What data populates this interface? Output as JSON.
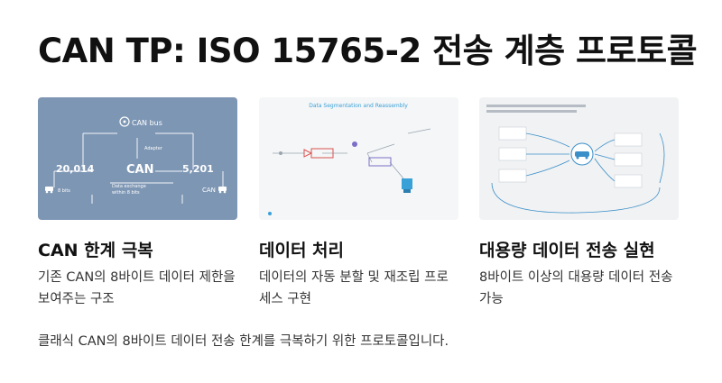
{
  "title": "CAN TP: ISO 15765-2 전송 계층 프로토콜",
  "cards": [
    {
      "title": "CAN 한계 극복",
      "description": "기존 CAN의 8바이트 데이터 제한을 보여주는 구조",
      "image": {
        "bus_label": "CAN bus",
        "center_label": "CAN",
        "left_value": "20,014",
        "right_value": "5,201",
        "left_bottom_label": "8 bits",
        "right_bottom_label": "CAN",
        "middle_caption_1": "Data exchange",
        "middle_caption_2": "within 8 bits",
        "small_label": "Adapter",
        "background": "#7d96b4"
      }
    },
    {
      "title": "데이터 처리",
      "description": "데이터의 자동 분할 및 재조립 프로세스 구현",
      "image": {
        "heading": "Data Segmentation and Reassembly",
        "accent_red": "#d9534f",
        "accent_blue": "#3aa0d8",
        "background": "#f4f6f7"
      }
    },
    {
      "title": "대용량 데이터 전송 실현",
      "description": "8바이트 이상의 대용량 데이터 전송 가능",
      "image": {
        "background": "#f1f2f3",
        "accent_blue": "#3a8fc9"
      }
    }
  ],
  "footer": "클래식 CAN의 8바이트 데이터 전송 한계를 극복하기 위한 프로토콜입니다."
}
